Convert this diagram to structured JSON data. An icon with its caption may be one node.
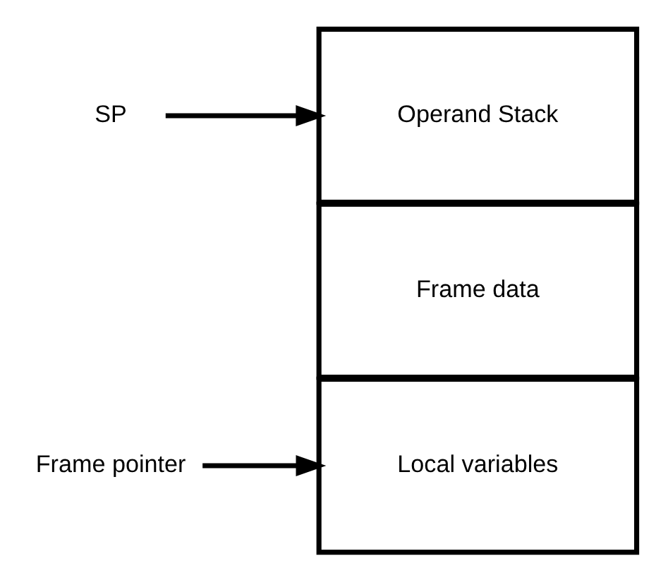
{
  "diagram": {
    "nodes": [
      {
        "text": [
          "Operand Stack"
        ]
      },
      {
        "text": [
          "Frame data"
        ]
      },
      {
        "text": [
          "Local variables"
        ]
      },
      {
        "text": [
          "SP"
        ]
      },
      {
        "text": [
          "Frame pointer"
        ]
      }
    ],
    "edges": [
      {
        "from": 3,
        "to": 0,
        "arrow": "to"
      },
      {
        "from": 4,
        "to": 2,
        "arrow": "to"
      }
    ]
  }
}
